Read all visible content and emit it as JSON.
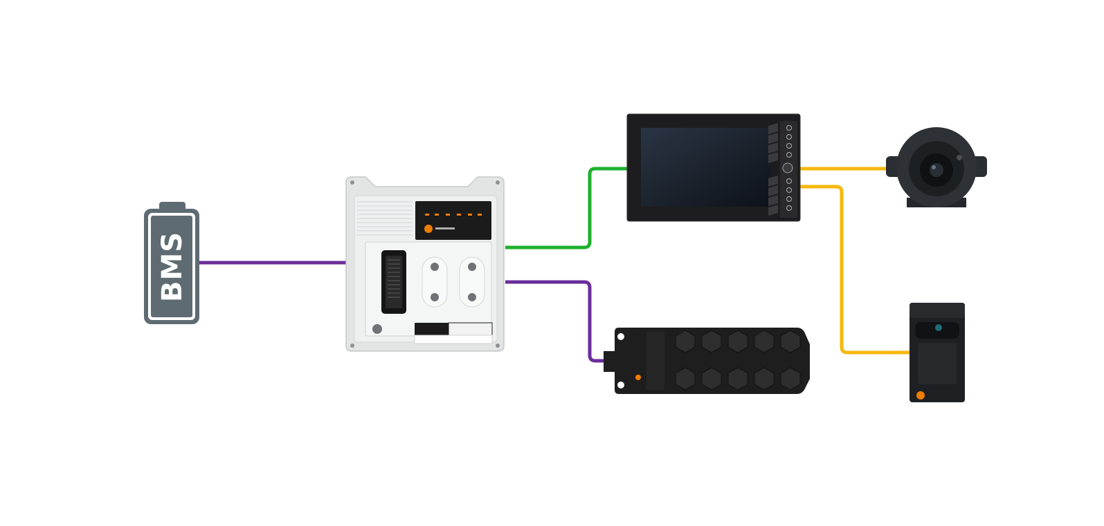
{
  "battery": {
    "label": "BMS"
  },
  "colors": {
    "background": "#ffffff",
    "battery": "#5f6b73",
    "can_bus_purple": "#6a2d9a",
    "ethernet_green": "#1fb02f",
    "video_yellow": "#f6b80e",
    "device_dark": "#1d1d1f",
    "controller_body": "#e9eaea",
    "brand_orange": "#f07d00"
  },
  "devices": [
    {
      "id": "battery",
      "icon": "battery-icon"
    },
    {
      "id": "controller",
      "icon": "mobile-controller-icon"
    },
    {
      "id": "display",
      "icon": "display-screen-icon"
    },
    {
      "id": "io-module",
      "icon": "io-module-icon"
    },
    {
      "id": "camera-round",
      "icon": "camera-icon"
    },
    {
      "id": "camera-box",
      "icon": "box-camera-icon"
    }
  ],
  "connections": [
    {
      "from": "battery",
      "to": "controller",
      "color": "can_bus_purple"
    },
    {
      "from": "controller",
      "to": "display",
      "color": "ethernet_green"
    },
    {
      "from": "controller",
      "to": "io-module",
      "color": "can_bus_purple"
    },
    {
      "from": "display",
      "to": "camera-round",
      "color": "video_yellow"
    },
    {
      "from": "display",
      "to": "camera-box",
      "color": "video_yellow"
    }
  ]
}
